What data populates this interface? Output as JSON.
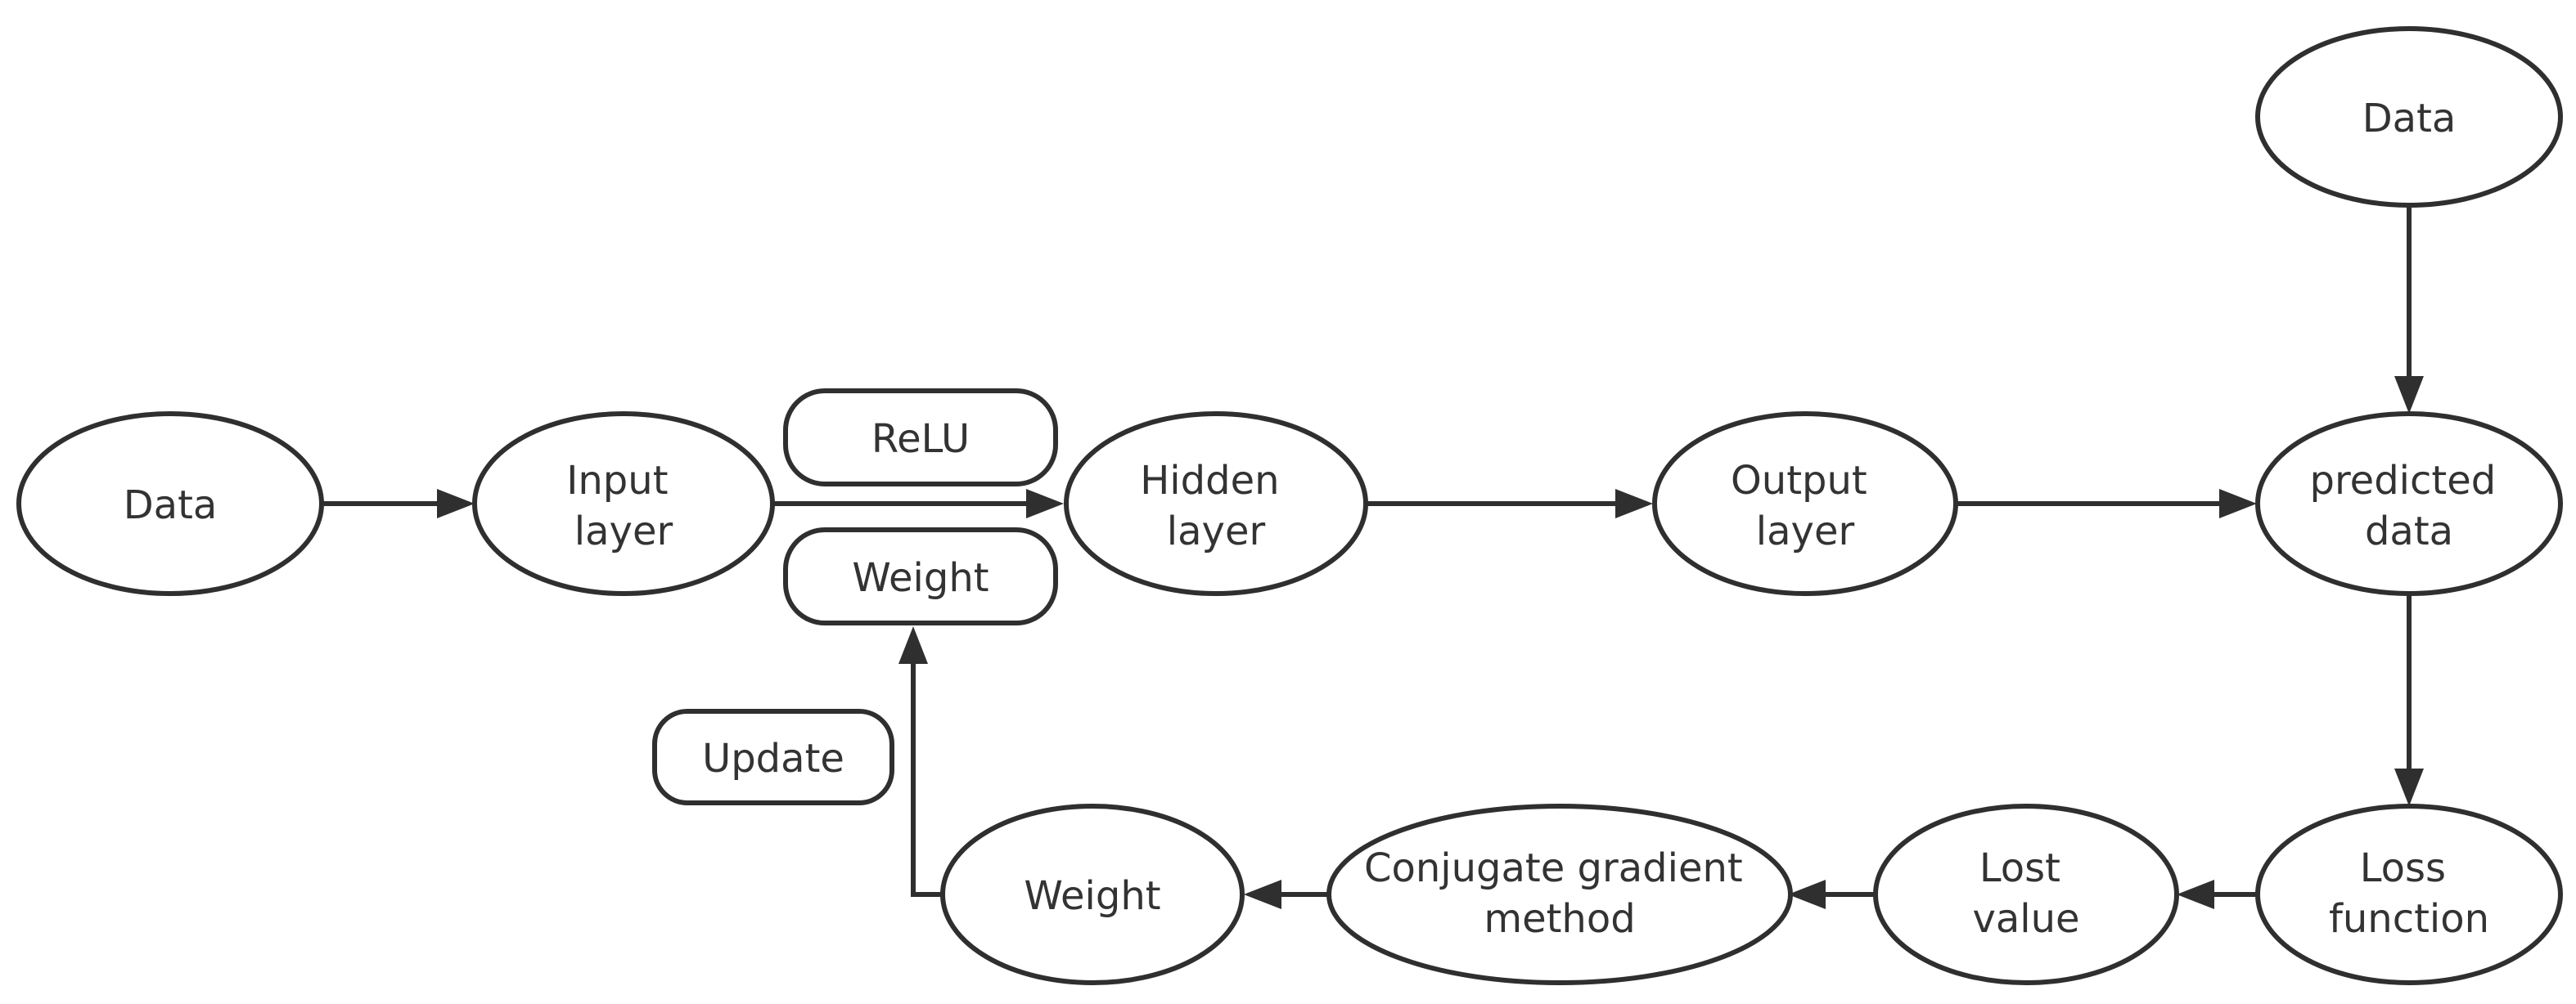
{
  "diagram": {
    "nodes": {
      "data_in": {
        "lines": [
          "Data"
        ]
      },
      "input_layer": {
        "lines": [
          "Input",
          "layer"
        ]
      },
      "relu": {
        "lines": [
          "ReLU"
        ]
      },
      "weight_top": {
        "lines": [
          "Weight"
        ]
      },
      "hidden_layer": {
        "lines": [
          "Hidden",
          "layer"
        ]
      },
      "output_layer": {
        "lines": [
          "Output",
          "layer"
        ]
      },
      "data_top": {
        "lines": [
          "Data"
        ]
      },
      "predicted": {
        "lines": [
          "predicted",
          "data"
        ]
      },
      "loss_function": {
        "lines": [
          "Loss",
          "function"
        ]
      },
      "lost_value": {
        "lines": [
          "Lost",
          "value"
        ]
      },
      "conjugate": {
        "lines": [
          "Conjugate gradient",
          "method"
        ]
      },
      "weight_bottom": {
        "lines": [
          "Weight"
        ]
      },
      "update": {
        "lines": [
          "Update"
        ]
      }
    },
    "edges": [
      {
        "from": "data_in",
        "to": "input_layer"
      },
      {
        "from": "input_layer",
        "to": "hidden_layer"
      },
      {
        "from": "hidden_layer",
        "to": "output_layer"
      },
      {
        "from": "output_layer",
        "to": "predicted"
      },
      {
        "from": "data_top",
        "to": "predicted"
      },
      {
        "from": "predicted",
        "to": "loss_function"
      },
      {
        "from": "loss_function",
        "to": "lost_value"
      },
      {
        "from": "lost_value",
        "to": "conjugate"
      },
      {
        "from": "conjugate",
        "to": "weight_bottom"
      },
      {
        "from": "weight_bottom",
        "to": "weight_top"
      }
    ]
  }
}
